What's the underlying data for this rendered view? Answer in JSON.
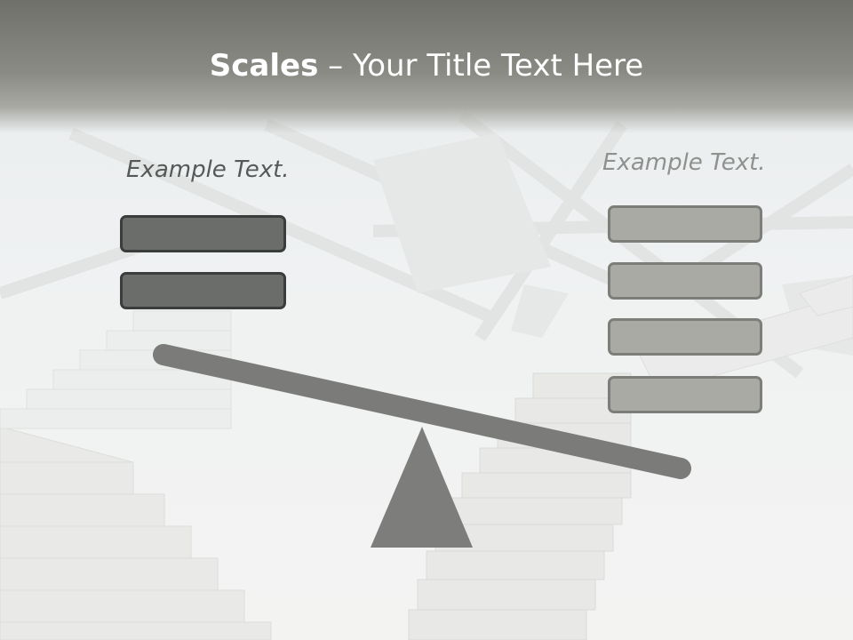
{
  "slide": {
    "title_bold": "Scales",
    "title_rest": " – Your Title Text Here",
    "left_label": "Example Text.",
    "right_label": "Example Text."
  },
  "colors": {
    "header": "#7c7d76",
    "dark_box_fill": "#6b6d6b",
    "dark_box_border": "#3b3d3c",
    "light_box_fill": "#a9aaa4",
    "light_box_border": "#7d7e79",
    "beam": "#7b7c7a",
    "fulcrum": "#7d7e7c"
  }
}
